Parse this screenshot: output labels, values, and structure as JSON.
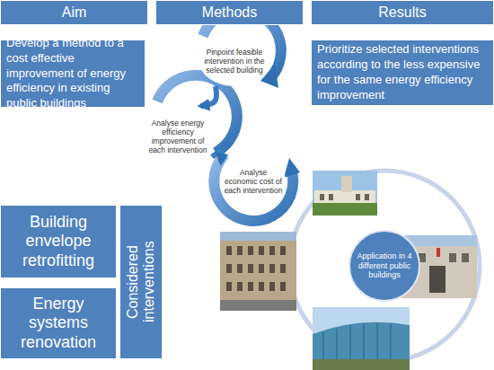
{
  "diagram": {
    "nodes": [
      {
        "text": [
          "Aim"
        ]
      },
      {
        "text": [
          "Methods"
        ]
      },
      {
        "text": [
          "Results"
        ]
      },
      {
        "text": [
          "Develop a method to a cost effective improvement of energy efficiency in existing public buildings"
        ]
      },
      {
        "text": [
          "Pinpoint feasible intervention in the selected building"
        ]
      },
      {
        "text": [
          "Prioritize selected interventions according to the less expensive for the same energy efficiency improvement"
        ]
      },
      {
        "text": [
          "Analyse energy efficiency improvement of each intervention"
        ]
      },
      {
        "text": [
          "Analyse economic cost of each intervention"
        ]
      },
      {
        "text": [
          "Building envelope retrofitting"
        ]
      },
      {
        "text": [
          "Considered interventions"
        ]
      },
      {
        "text": [
          "Energy systems renovation"
        ]
      },
      {
        "text": [
          "Application in 4 different public buildings"
        ]
      }
    ],
    "edges": [
      {
        "from": 4,
        "to": 6,
        "arrow": "to"
      },
      {
        "from": 6,
        "to": 7,
        "arrow": "to"
      }
    ]
  }
}
